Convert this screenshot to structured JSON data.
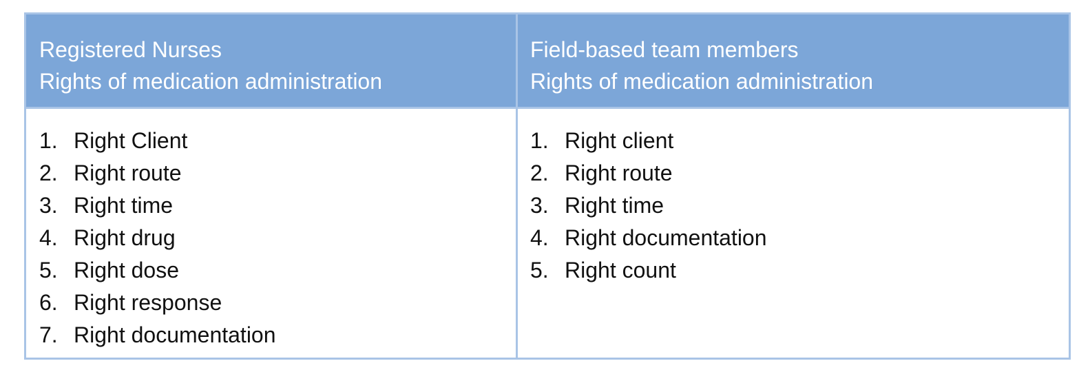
{
  "table": {
    "columns": [
      {
        "header_line1": "Registered Nurses",
        "header_line2": "Rights of medication administration",
        "items": [
          {
            "num": "1.",
            "text": "Right Client"
          },
          {
            "num": "2.",
            "text": "Right route"
          },
          {
            "num": "3.",
            "text": "Right time"
          },
          {
            "num": "4.",
            "text": "Right drug"
          },
          {
            "num": "5.",
            "text": "Right dose"
          },
          {
            "num": "6.",
            "text": "Right response"
          },
          {
            "num": "7.",
            "text": "Right documentation"
          }
        ]
      },
      {
        "header_line1": "Field-based team members",
        "header_line2": "Rights of medication administration",
        "items": [
          {
            "num": "1.",
            "text": "Right client"
          },
          {
            "num": "2.",
            "text": "Right route"
          },
          {
            "num": "3.",
            "text": "Right time"
          },
          {
            "num": "4.",
            "text": "Right documentation"
          },
          {
            "num": "5.",
            "text": "Right count"
          }
        ]
      }
    ]
  }
}
